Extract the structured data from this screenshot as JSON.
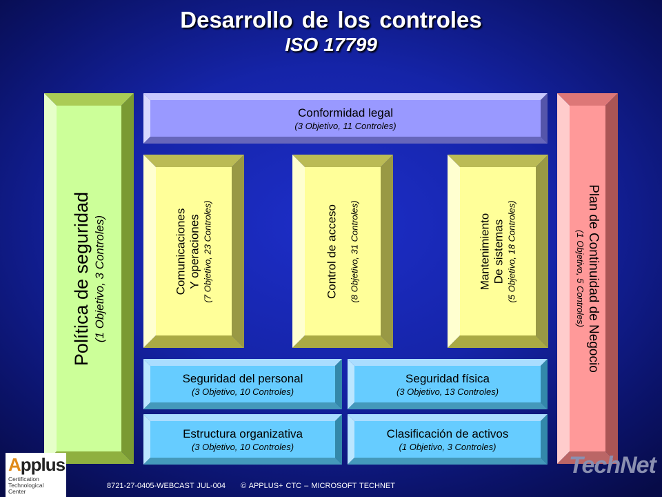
{
  "title": "Desarrollo de los controles",
  "subtitle": "ISO 17799",
  "boxes": {
    "politica": {
      "label": "Política de seguridad",
      "sub": "(1 Objetivo, 3 Controles)"
    },
    "conformidad": {
      "label": "Conformidad legal",
      "sub": "(3 Objetivo, 11 Controles)"
    },
    "comunicaciones": {
      "line1": "Comunicaciones",
      "line2": "Y operaciones",
      "sub": "(7 Objetivo, 23 Controles)"
    },
    "control": {
      "label": "Control de acceso",
      "sub": "(8 Objetivo, 31 Controles)"
    },
    "mantenimiento": {
      "line1": "Mantenimiento",
      "line2": "De sistemas",
      "sub": "(5 Objetivo, 18 Controles)"
    },
    "plan": {
      "label": "Plan de Continuidad de Negocio",
      "sub": "(1 Objetivo, 5 Controles)"
    },
    "personal": {
      "label": "Seguridad del personal",
      "sub": "(3 Objetivo, 10 Controles)"
    },
    "fisica": {
      "label": "Seguridad física",
      "sub": "(3 Objetivo, 13 Controles)"
    },
    "estructura": {
      "label": "Estructura organizativa",
      "sub": "(3 Objetivo, 10 Controles)"
    },
    "clasificacion": {
      "label": "Clasificación de activos",
      "sub": "(1 Objetivo, 3 Controles)"
    }
  },
  "footer": {
    "code": "8721-27-0405-WEBCAST  JUL-004",
    "copyright": "© APPLUS+ CTC – MICROSOFT  TECHNET"
  },
  "logos": {
    "left_brand_a": "A",
    "left_brand_rest": "pplus",
    "left_tag": [
      "Certification",
      "Technological",
      "Center"
    ],
    "right": "TechNet"
  },
  "colors": {
    "green": "#ccff99",
    "lavender": "#9999ff",
    "yellow": "#ffff99",
    "salmon": "#ff9999",
    "cyan": "#66ccff"
  }
}
